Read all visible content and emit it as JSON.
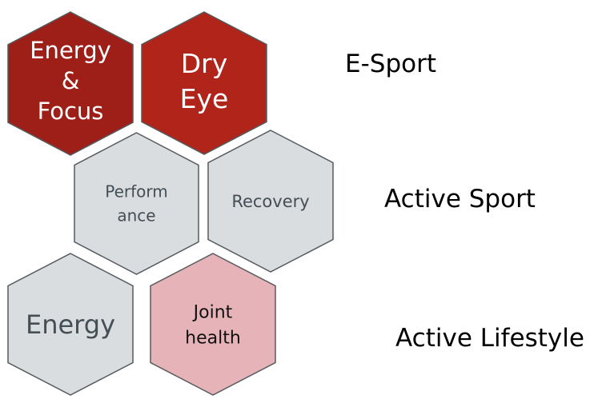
{
  "colors": {
    "dark_red": "#9e1f18",
    "red": "#b0241a",
    "light_gray": "#d9dde0",
    "pink": "#e6b4b8",
    "outline": "#555b5e",
    "white_text": "#ffffff",
    "gray_text": "#444e55",
    "black_text": "#111111"
  },
  "hexagons": [
    {
      "id": "energy-focus",
      "lines": [
        "Energy",
        "&",
        "Focus"
      ],
      "fill": "#9e1f18",
      "text_color": "#ffffff",
      "category": "E-Sport"
    },
    {
      "id": "dry-eye",
      "lines": [
        "Dry",
        "Eye"
      ],
      "fill": "#b0241a",
      "text_color": "#ffffff",
      "category": "E-Sport"
    },
    {
      "id": "performance",
      "lines": [
        "Perform",
        "ance"
      ],
      "fill": "#d9dde0",
      "text_color": "#444e55",
      "category": "Active Sport"
    },
    {
      "id": "recovery",
      "lines": [
        "Recovery"
      ],
      "fill": "#d9dde0",
      "text_color": "#444e55",
      "category": "Active Sport"
    },
    {
      "id": "energy",
      "lines": [
        "Energy"
      ],
      "fill": "#d9dde0",
      "text_color": "#444e55",
      "category": "Active Lifestyle"
    },
    {
      "id": "joint-health",
      "lines": [
        "Joint",
        "health"
      ],
      "fill": "#e6b4b8",
      "text_color": "#111111",
      "category": "Active Lifestyle"
    }
  ],
  "categories": {
    "esport": "E-Sport",
    "active_sport": "Active Sport",
    "active_lifestyle": "Active Lifestyle"
  }
}
